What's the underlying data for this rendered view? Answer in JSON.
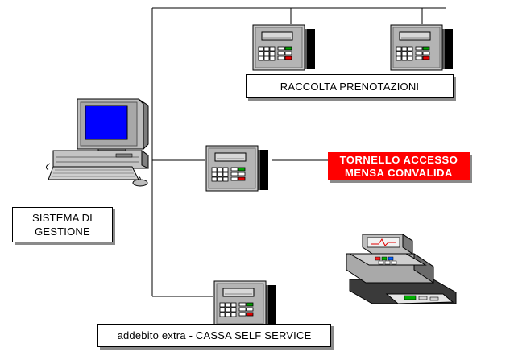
{
  "labels": {
    "raccolta": "RACCOLTA PRENOTAZIONI",
    "tornello_line1": "TORNELLO ACCESSO",
    "tornello_line2": "MENSA CONVALIDA",
    "sistema_line1": "SISTEMA DI",
    "sistema_line2": "GESTIONE",
    "addebito": "addebito extra - CASSA SELF SERVICE"
  },
  "icons": {
    "terminal": "badge-terminal-icon",
    "computer": "desktop-computer-icon",
    "register": "cash-register-icon"
  },
  "colors": {
    "tornello_bg": "#ff0000",
    "screen_blue": "#0000ff",
    "line": "#000000"
  }
}
